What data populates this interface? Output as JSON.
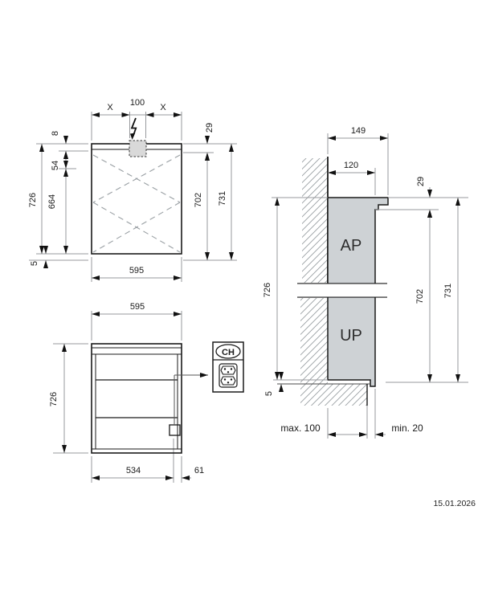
{
  "front_view": {
    "dim_x_left": "X",
    "dim_center": "100",
    "dim_x_right": "X",
    "dim_top_offset": "8",
    "dim_upper": "54",
    "dim_mirror": "664",
    "dim_height": "726",
    "dim_bottom_gap": "5",
    "dim_cornice": "29",
    "dim_body": "702",
    "dim_total": "731",
    "dim_width": "595"
  },
  "cabinet_view": {
    "dim_width": "595",
    "dim_height": "726",
    "dim_socket_offset": "534",
    "dim_socket_edge": "61",
    "plug_label": "CH"
  },
  "side_view": {
    "dim_depth_total": "149",
    "dim_depth_body": "120",
    "dim_cornice": "29",
    "dim_height": "726",
    "dim_body": "702",
    "dim_total": "731",
    "dim_bottom_gap": "5",
    "surface_mounted": "AP",
    "flush_mounted": "UP",
    "recess_max": "max. 100",
    "protrusion_min": "min. 20"
  },
  "footer": {
    "date": "15.01.2026"
  }
}
